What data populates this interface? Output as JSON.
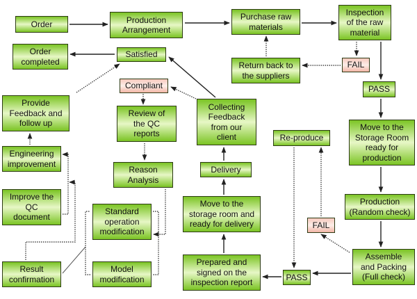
{
  "diagram": {
    "title": "",
    "colors": {
      "node_fill": "#8cd12e",
      "fail_fill": "#f9d5cb",
      "border": "#2c3a14",
      "arrow": "#222222"
    },
    "nodes": [
      {
        "id": "order",
        "label": "Order",
        "type": "step"
      },
      {
        "id": "production-arrangement",
        "label": "Production\nArrangement",
        "type": "step"
      },
      {
        "id": "purchase-raw-materials",
        "label": "Purchase raw\nmaterials",
        "type": "step"
      },
      {
        "id": "inspection-raw-material",
        "label": "Inspection\nof the raw\nmaterial",
        "type": "step"
      },
      {
        "id": "order-completed",
        "label": "Order\ncompleted",
        "type": "step"
      },
      {
        "id": "satisfied",
        "label": "Satisfied",
        "type": "step"
      },
      {
        "id": "return-to-suppliers",
        "label": "Return back to\nthe suppliers",
        "type": "step"
      },
      {
        "id": "fail-1",
        "label": "FAIL",
        "type": "fail"
      },
      {
        "id": "pass-1",
        "label": "PASS",
        "type": "step"
      },
      {
        "id": "compliant",
        "label": "Compliant",
        "type": "fail"
      },
      {
        "id": "provide-feedback",
        "label": "Provide\nFeedback and\nfollow up",
        "type": "step"
      },
      {
        "id": "review-qc-reports",
        "label": "Review of\nthe QC\nreports",
        "type": "step"
      },
      {
        "id": "collecting-feedback",
        "label": "Collecting\nFeedback\nfrom our\nclient",
        "type": "step"
      },
      {
        "id": "re-produce",
        "label": "Re-produce",
        "type": "step"
      },
      {
        "id": "move-storage-production",
        "label": "Move to the\nStorage Room\nready for\nproduction",
        "type": "step"
      },
      {
        "id": "engineering-improvement",
        "label": "Engineering\nimprovement",
        "type": "step"
      },
      {
        "id": "reason-analysis",
        "label": "Reason\nAnalysis",
        "type": "step"
      },
      {
        "id": "delivery",
        "label": "Delivery",
        "type": "step"
      },
      {
        "id": "improve-qc-document",
        "label": "Improve the\nQC\ndocument",
        "type": "step"
      },
      {
        "id": "standard-operation-modification",
        "label": "Standard\noperation\nmodification",
        "type": "step"
      },
      {
        "id": "move-storage-delivery",
        "label": "Move to the\nstorage room and\nready for delivery",
        "type": "step"
      },
      {
        "id": "production-random-check",
        "label": "Production\n(Random check)",
        "type": "step"
      },
      {
        "id": "fail-2",
        "label": "FAIL",
        "type": "fail"
      },
      {
        "id": "result-confirmation",
        "label": "Result\nconfirmation",
        "type": "step"
      },
      {
        "id": "model-modification",
        "label": "Model\nmodification",
        "type": "step"
      },
      {
        "id": "prepared-signed-report",
        "label": "Prepared and\nsigned on the\ninspection report",
        "type": "step"
      },
      {
        "id": "pass-2",
        "label": "PASS",
        "type": "step"
      },
      {
        "id": "assemble-packing",
        "label": "Assemble\nand Packing\n(Full check)",
        "type": "step"
      }
    ],
    "edges": [
      {
        "from": "order",
        "to": "production-arrangement",
        "style": "solid"
      },
      {
        "from": "production-arrangement",
        "to": "purchase-raw-materials",
        "style": "solid"
      },
      {
        "from": "purchase-raw-materials",
        "to": "inspection-raw-material",
        "style": "solid"
      },
      {
        "from": "inspection-raw-material",
        "to": "fail-1",
        "style": "dotted"
      },
      {
        "from": "inspection-raw-material",
        "to": "pass-1",
        "style": "solid"
      },
      {
        "from": "fail-1",
        "to": "return-to-suppliers",
        "style": "dotted"
      },
      {
        "from": "return-to-suppliers",
        "to": "purchase-raw-materials",
        "style": "dotted"
      },
      {
        "from": "pass-1",
        "to": "move-storage-production",
        "style": "solid"
      },
      {
        "from": "move-storage-production",
        "to": "production-random-check",
        "style": "solid"
      },
      {
        "from": "production-random-check",
        "to": "assemble-packing",
        "style": "solid"
      },
      {
        "from": "assemble-packing",
        "to": "pass-2",
        "style": "solid"
      },
      {
        "from": "assemble-packing",
        "to": "fail-2",
        "style": "dotted"
      },
      {
        "from": "fail-2",
        "to": "re-produce",
        "style": "dotted"
      },
      {
        "from": "re-produce",
        "to": "pass-2",
        "style": "dotted"
      },
      {
        "from": "pass-2",
        "to": "prepared-signed-report",
        "style": "solid"
      },
      {
        "from": "prepared-signed-report",
        "to": "move-storage-delivery",
        "style": "solid"
      },
      {
        "from": "move-storage-delivery",
        "to": "delivery",
        "style": "solid"
      },
      {
        "from": "delivery",
        "to": "collecting-feedback",
        "style": "solid"
      },
      {
        "from": "collecting-feedback",
        "to": "satisfied",
        "style": "solid"
      },
      {
        "from": "collecting-feedback",
        "to": "compliant",
        "style": "dotted"
      },
      {
        "from": "satisfied",
        "to": "order-completed",
        "style": "solid"
      },
      {
        "from": "compliant",
        "to": "review-qc-reports",
        "style": "dotted"
      },
      {
        "from": "review-qc-reports",
        "to": "reason-analysis",
        "style": "dotted"
      },
      {
        "from": "reason-analysis",
        "to": "standard-operation-modification",
        "style": "dotted"
      },
      {
        "from": "standard-operation-modification",
        "to": "result-confirmation",
        "style": "dotted"
      },
      {
        "from": "model-modification",
        "to": "result-confirmation",
        "style": "dotted"
      },
      {
        "from": "result-confirmation",
        "to": "engineering-improvement",
        "style": "dotted"
      },
      {
        "from": "improve-qc-document",
        "to": "engineering-improvement",
        "style": "dotted"
      },
      {
        "from": "engineering-improvement",
        "to": "provide-feedback",
        "style": "dotted"
      },
      {
        "from": "provide-feedback",
        "to": "satisfied",
        "style": "dotted"
      }
    ]
  }
}
